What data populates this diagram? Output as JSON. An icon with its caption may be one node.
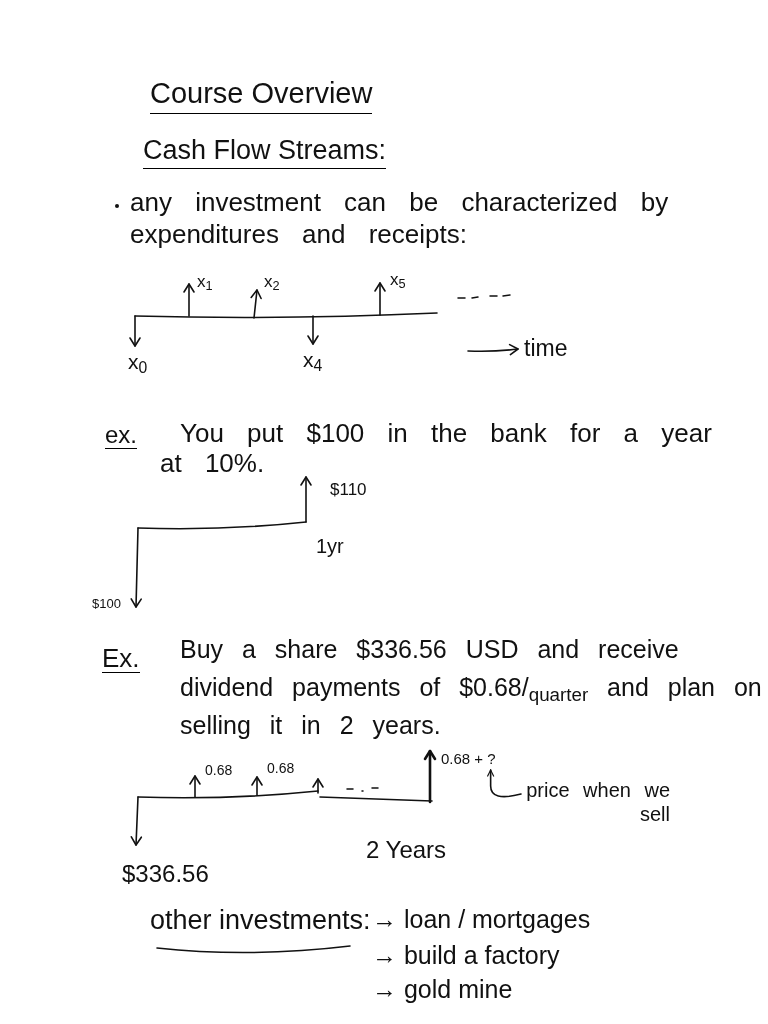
{
  "diagram": {
    "title": "Course Overview",
    "nodes": [
      {
        "text": [
          "0.68 + ?"
        ]
      },
      {
        "text": [
          "price when we sell"
        ]
      }
    ],
    "edges": [
      {
        "from": 1,
        "to": 0,
        "arrow": "to"
      }
    ],
    "labels": [
      "Cash Flow Streams:",
      "any investment can be characterized by expenditures and receipts:",
      "x$_{1}$",
      "x$_{2}$",
      "x$_{5}$",
      "x$_{0}$",
      "x$_{4}$",
      "time",
      "ex.",
      "You put $100 in the bank for a year at 10%.",
      "$110",
      "1yr",
      "$100",
      "Ex.",
      "Buy a share $336.56 USD and receive dividend payments of $0.68/$_{quarter}$ and plan on selling it in 2 years.",
      "0.68",
      "0.68",
      "2 Years",
      "$336.56",
      "other investments:",
      "→ loan / mortgages",
      "→ build a factory",
      "→ gold mine"
    ]
  }
}
